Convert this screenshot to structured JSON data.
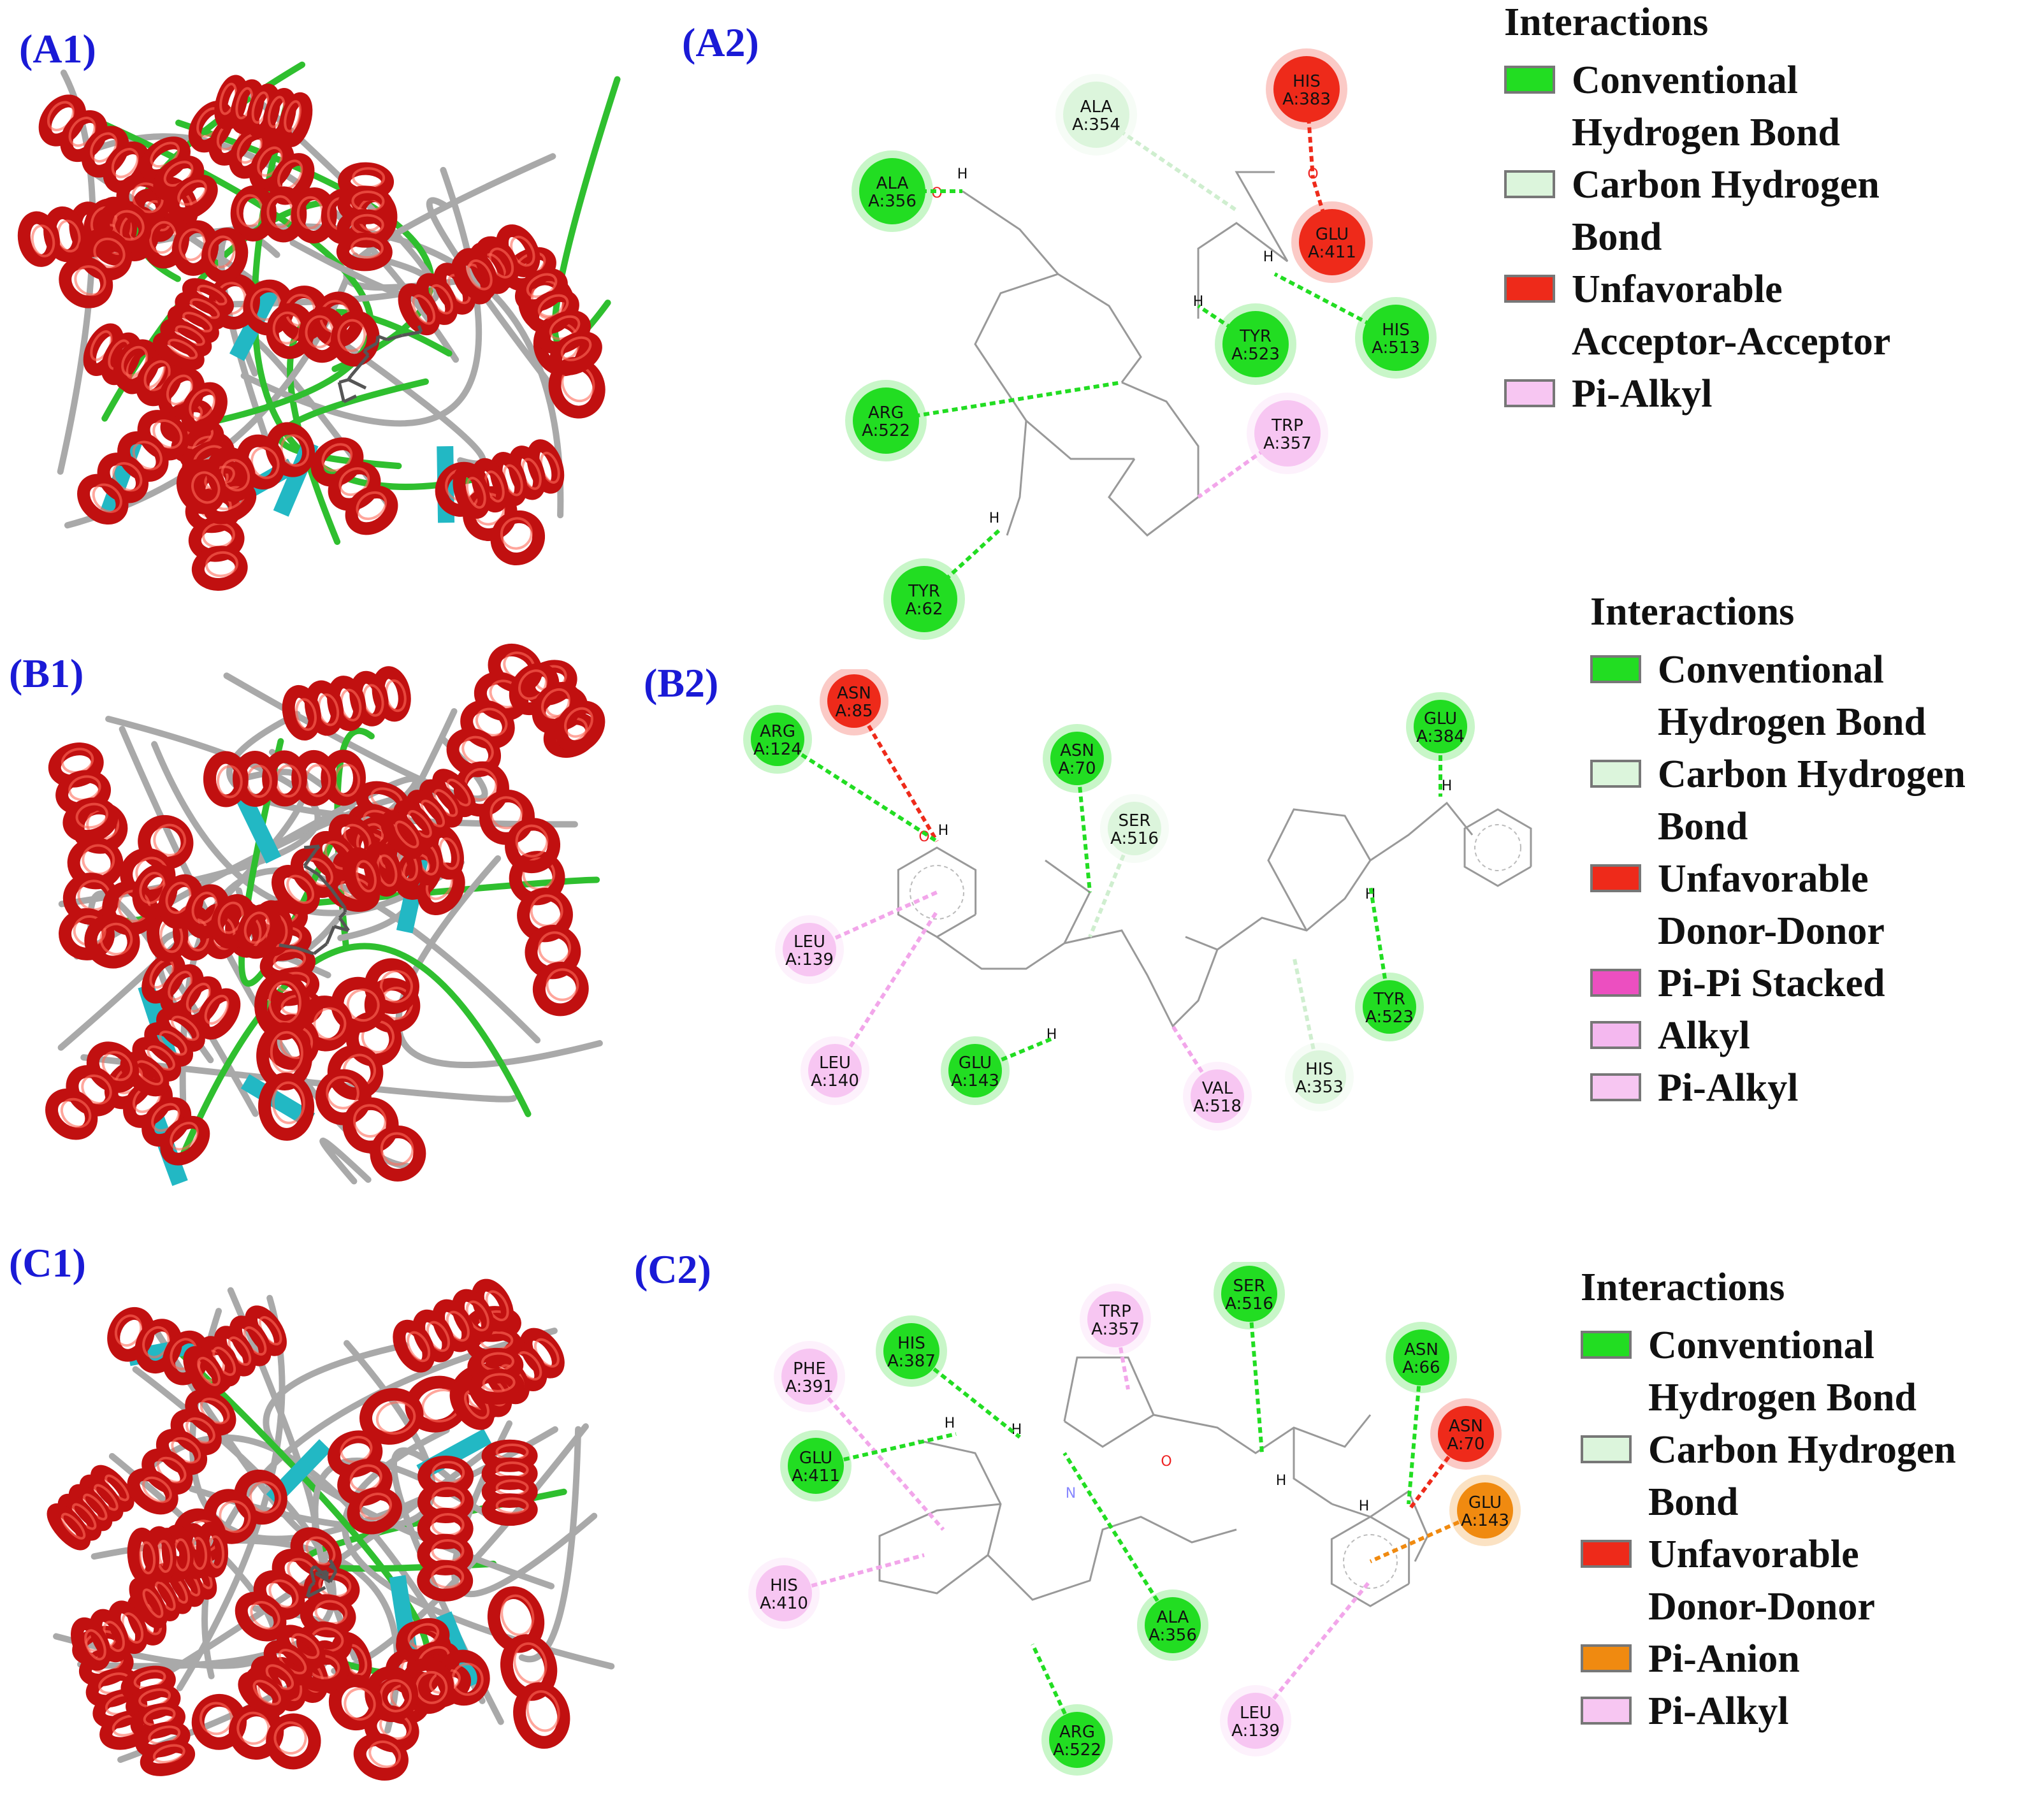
{
  "panels": {
    "A1": "(A1)",
    "A2": "(A2)",
    "B1": "(B1)",
    "B2": "(B2)",
    "C1": "(C1)",
    "C2": "(C2)"
  },
  "colors": {
    "conventional_hbond": "#22dd22",
    "carbon_hbond": "#dcf5dc",
    "unfavorable": "#ee2a1a",
    "pi_alkyl": "#f7c6f2",
    "alkyl": "#f4b8ef",
    "pi_pi": "#ec4fc0",
    "pi_anion": "#f08a10",
    "helix": "#c11010",
    "sheet": "#22b8c4",
    "turn": "#2fbf2f",
    "coil": "#a9a9a9"
  },
  "legends": [
    {
      "title": "Interactions",
      "items": [
        {
          "label": "Conventional\nHydrogen Bond",
          "color": "#22dd22"
        },
        {
          "label": "Carbon Hydrogen\nBond",
          "color": "#dcf5dc"
        },
        {
          "label": "Unfavorable\nAcceptor-Acceptor",
          "color": "#ee2a1a"
        },
        {
          "label": "Pi-Alkyl",
          "color": "#f7c6f2"
        }
      ]
    },
    {
      "title": "Interactions",
      "items": [
        {
          "label": "Conventional\nHydrogen Bond",
          "color": "#22dd22"
        },
        {
          "label": "Carbon Hydrogen\nBond",
          "color": "#dcf5dc"
        },
        {
          "label": "Unfavorable\nDonor-Donor",
          "color": "#ee2a1a"
        },
        {
          "label": "Pi-Pi Stacked",
          "color": "#ec4fc0"
        },
        {
          "label": "Alkyl",
          "color": "#f4b8ef"
        },
        {
          "label": "Pi-Alkyl",
          "color": "#f7c6f2"
        }
      ]
    },
    {
      "title": "Interactions",
      "items": [
        {
          "label": "Conventional\nHydrogen Bond",
          "color": "#22dd22"
        },
        {
          "label": "Carbon Hydrogen\nBond",
          "color": "#dcf5dc"
        },
        {
          "label": "Unfavorable\nDonor-Donor",
          "color": "#ee2a1a"
        },
        {
          "label": "Pi-Anion",
          "color": "#f08a10"
        },
        {
          "label": "Pi-Alkyl",
          "color": "#f7c6f2"
        }
      ]
    }
  ],
  "residues": {
    "A2": [
      {
        "name": "ALA",
        "id": "A:354",
        "type": "carbon_hbond"
      },
      {
        "name": "HIS",
        "id": "A:383",
        "type": "unfavorable"
      },
      {
        "name": "ALA",
        "id": "A:356",
        "type": "conventional_hbond"
      },
      {
        "name": "GLU",
        "id": "A:411",
        "type": "unfavorable"
      },
      {
        "name": "TYR",
        "id": "A:523",
        "type": "conventional_hbond"
      },
      {
        "name": "HIS",
        "id": "A:513",
        "type": "conventional_hbond"
      },
      {
        "name": "ARG",
        "id": "A:522",
        "type": "conventional_hbond"
      },
      {
        "name": "TRP",
        "id": "A:357",
        "type": "pi_alkyl"
      },
      {
        "name": "TYR",
        "id": "A:62",
        "type": "conventional_hbond"
      }
    ],
    "B2": [
      {
        "name": "ASN",
        "id": "A:85",
        "type": "unfavorable"
      },
      {
        "name": "ARG",
        "id": "A:124",
        "type": "conventional_hbond"
      },
      {
        "name": "ASN",
        "id": "A:70",
        "type": "conventional_hbond"
      },
      {
        "name": "SER",
        "id": "A:516",
        "type": "carbon_hbond"
      },
      {
        "name": "GLU",
        "id": "A:384",
        "type": "conventional_hbond"
      },
      {
        "name": "LEU",
        "id": "A:139",
        "type": "pi_alkyl"
      },
      {
        "name": "TYR",
        "id": "A:523",
        "type": "conventional_hbond"
      },
      {
        "name": "LEU",
        "id": "A:140",
        "type": "pi_alkyl"
      },
      {
        "name": "GLU",
        "id": "A:143",
        "type": "conventional_hbond"
      },
      {
        "name": "VAL",
        "id": "A:518",
        "type": "pi_alkyl"
      },
      {
        "name": "HIS",
        "id": "A:353",
        "type": "carbon_hbond"
      }
    ],
    "C2": [
      {
        "name": "SER",
        "id": "A:516",
        "type": "conventional_hbond"
      },
      {
        "name": "TRP",
        "id": "A:357",
        "type": "pi_alkyl"
      },
      {
        "name": "HIS",
        "id": "A:387",
        "type": "conventional_hbond"
      },
      {
        "name": "ASN",
        "id": "A:66",
        "type": "conventional_hbond"
      },
      {
        "name": "PHE",
        "id": "A:391",
        "type": "pi_alkyl"
      },
      {
        "name": "ASN",
        "id": "A:70",
        "type": "unfavorable"
      },
      {
        "name": "GLU",
        "id": "A:411",
        "type": "conventional_hbond"
      },
      {
        "name": "GLU",
        "id": "A:143",
        "type": "pi_anion"
      },
      {
        "name": "HIS",
        "id": "A:410",
        "type": "pi_alkyl"
      },
      {
        "name": "ALA",
        "id": "A:356",
        "type": "conventional_hbond"
      },
      {
        "name": "LEU",
        "id": "A:139",
        "type": "pi_alkyl"
      },
      {
        "name": "ARG",
        "id": "A:522",
        "type": "conventional_hbond"
      }
    ]
  },
  "atoms": {
    "hydrogen": "H",
    "oxygen": "O",
    "nitrogen": "N"
  }
}
